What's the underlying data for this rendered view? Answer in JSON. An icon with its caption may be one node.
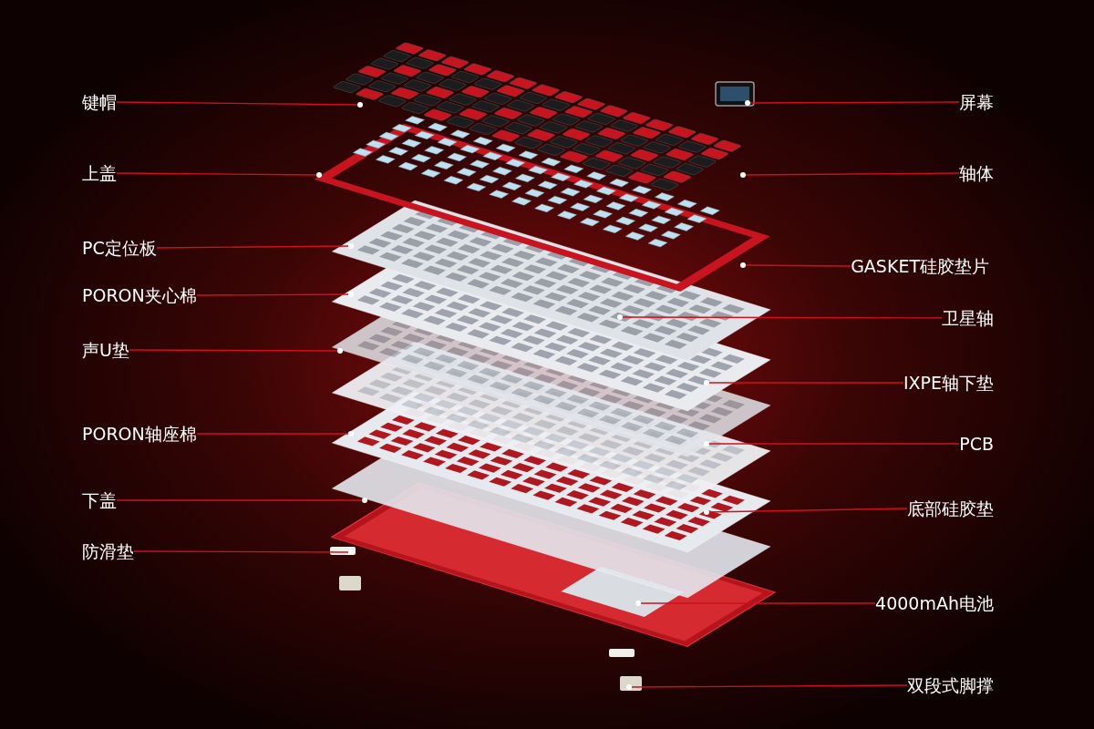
{
  "diagram": {
    "nodes": [
      {
        "text": [
          "键帽"
        ]
      },
      {
        "text": [
          "屏幕"
        ]
      },
      {
        "text": [
          "上盖"
        ]
      },
      {
        "text": [
          "轴体"
        ]
      },
      {
        "text": [
          "PC定位板"
        ]
      },
      {
        "text": [
          "GASKET硅胶垫片"
        ]
      },
      {
        "text": [
          "PORON夹心棉"
        ]
      },
      {
        "text": [
          "卫星轴"
        ]
      },
      {
        "text": [
          "声U垫"
        ]
      },
      {
        "text": [
          "IXPE轴下垫"
        ]
      },
      {
        "text": [
          "PORON轴座棉"
        ]
      },
      {
        "text": [
          "PCB"
        ]
      },
      {
        "text": [
          "下盖"
        ]
      },
      {
        "text": [
          "底部硅胶垫"
        ]
      },
      {
        "text": [
          "防滑垫"
        ]
      },
      {
        "text": [
          "4000mAh电池"
        ]
      },
      {
        "text": [
          "双段式脚撑"
        ]
      }
    ],
    "edges": [
      {
        "from": 0,
        "to": null,
        "arrow": "other"
      },
      {
        "from": 1,
        "to": null,
        "arrow": "other"
      },
      {
        "from": 2,
        "to": null,
        "arrow": "other"
      },
      {
        "from": 3,
        "to": null,
        "arrow": "other"
      },
      {
        "from": 4,
        "to": null,
        "arrow": "other"
      },
      {
        "from": 5,
        "to": null,
        "arrow": "other"
      },
      {
        "from": 6,
        "to": null,
        "arrow": "other"
      },
      {
        "from": 7,
        "to": null,
        "arrow": "other"
      },
      {
        "from": 8,
        "to": null,
        "arrow": "other"
      },
      {
        "from": 9,
        "to": null,
        "arrow": "other"
      },
      {
        "from": 10,
        "to": null,
        "arrow": "other"
      },
      {
        "from": 11,
        "to": null,
        "arrow": "other"
      },
      {
        "from": 12,
        "to": null,
        "arrow": "other"
      },
      {
        "from": 13,
        "to": null,
        "arrow": "other"
      },
      {
        "from": 14,
        "to": null,
        "arrow": "other"
      },
      {
        "from": 15,
        "to": null,
        "arrow": "other"
      },
      {
        "from": 16,
        "to": null,
        "arrow": "other"
      }
    ]
  }
}
